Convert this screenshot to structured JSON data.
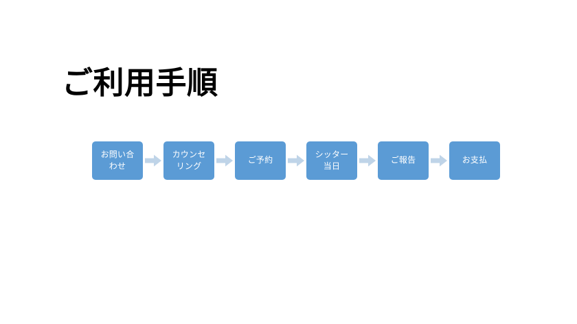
{
  "slide": {
    "title": "ご利用手順",
    "background_color": "#FFFFFF",
    "title_color": "#000000"
  },
  "flow": {
    "box_color": "#5B9BD5",
    "box_text_color": "#FFFFFF",
    "arrow_color": "#BFD4E8",
    "arrow_icon": "arrow-right-icon",
    "steps": [
      {
        "index": 1,
        "label": "お問い合\nわせ",
        "lines": [
          "お問い合",
          "わせ"
        ]
      },
      {
        "index": 2,
        "label": "カウンセ\nリング",
        "lines": [
          "カウンセ",
          "リング"
        ]
      },
      {
        "index": 3,
        "label": "ご予約",
        "lines": [
          "ご予約"
        ]
      },
      {
        "index": 4,
        "label": "シッター\n当日",
        "lines": [
          "シッター",
          "当日"
        ]
      },
      {
        "index": 5,
        "label": "ご報告",
        "lines": [
          "ご報告"
        ]
      },
      {
        "index": 6,
        "label": "お支払",
        "lines": [
          "お支払"
        ]
      }
    ],
    "arrows": [
      {
        "index": 1,
        "name": "arrow-step-1-to-2"
      },
      {
        "index": 2,
        "name": "arrow-step-2-to-3"
      },
      {
        "index": 3,
        "name": "arrow-step-3-to-4"
      },
      {
        "index": 4,
        "name": "arrow-step-4-to-5"
      },
      {
        "index": 5,
        "name": "arrow-step-5-to-6"
      }
    ]
  }
}
